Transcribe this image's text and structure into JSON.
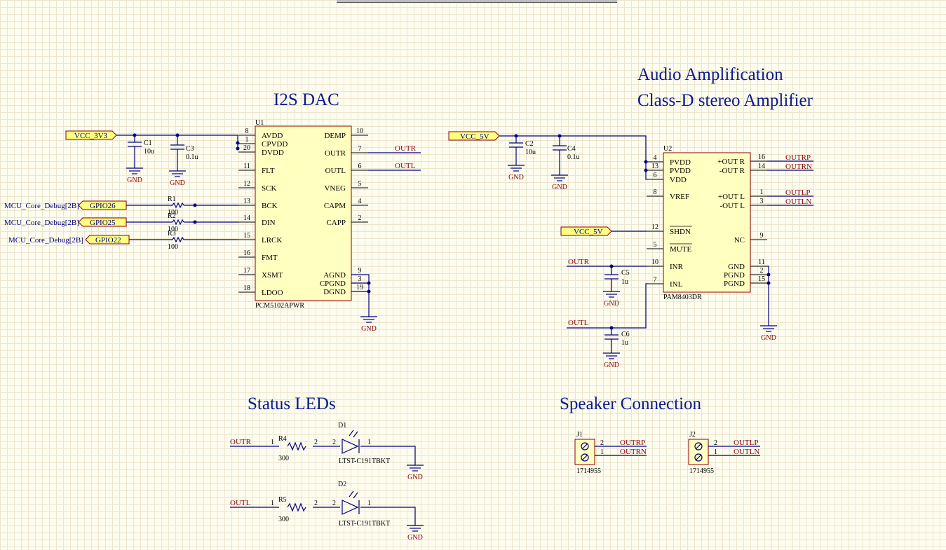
{
  "titles": {
    "dac": "I2S DAC",
    "amp_line1": "Audio Amplification",
    "amp_line2": "Class-D stereo Amplifier",
    "leds": "Status LEDs",
    "speaker": "Speaker Connection"
  },
  "u1": {
    "designator": "U1",
    "part": "PCM5102APWR",
    "left_pins": [
      {
        "num": "8",
        "name": "AVDD"
      },
      {
        "num": "1",
        "name": "CPVDD"
      },
      {
        "num": "20",
        "name": "DVDD"
      },
      {
        "num": "11",
        "name": "FLT"
      },
      {
        "num": "12",
        "name": "SCK"
      },
      {
        "num": "13",
        "name": "BCK"
      },
      {
        "num": "14",
        "name": "DIN"
      },
      {
        "num": "15",
        "name": "LRCK"
      },
      {
        "num": "16",
        "name": "FMT"
      },
      {
        "num": "17",
        "name": "XSMT"
      },
      {
        "num": "18",
        "name": "LDOO"
      }
    ],
    "right_pins": [
      {
        "num": "10",
        "name": "DEMP"
      },
      {
        "num": "7",
        "name": "OUTR"
      },
      {
        "num": "6",
        "name": "OUTL"
      },
      {
        "num": "5",
        "name": "VNEG"
      },
      {
        "num": "4",
        "name": "CAPM"
      },
      {
        "num": "2",
        "name": "CAPP"
      },
      {
        "num": "9",
        "name": "AGND"
      },
      {
        "num": "3",
        "name": "CPGND"
      },
      {
        "num": "19",
        "name": "DGND"
      }
    ]
  },
  "u2": {
    "designator": "U2",
    "part": "PAM8403DR",
    "left_pins": [
      {
        "num": "4",
        "name": "PVDD"
      },
      {
        "num": "13",
        "name": "PVDD"
      },
      {
        "num": "6",
        "name": "VDD"
      },
      {
        "num": "8",
        "name": "VREF"
      },
      {
        "num": "12",
        "name": "SHDN"
      },
      {
        "num": "5",
        "name": "MUTE"
      },
      {
        "num": "10",
        "name": "INR"
      },
      {
        "num": "7",
        "name": "INL"
      }
    ],
    "right_pins": [
      {
        "num": "16",
        "name": "+OUT R"
      },
      {
        "num": "14",
        "name": "-OUT R"
      },
      {
        "num": "1",
        "name": "+OUT L"
      },
      {
        "num": "3",
        "name": "-OUT L"
      },
      {
        "num": "9",
        "name": "NC"
      },
      {
        "num": "11",
        "name": "GND"
      },
      {
        "num": "2",
        "name": "PGND"
      },
      {
        "num": "15",
        "name": "PGND"
      }
    ]
  },
  "caps": {
    "c1": {
      "des": "C1",
      "val": "10u"
    },
    "c2": {
      "des": "C2",
      "val": "10u"
    },
    "c3": {
      "des": "C3",
      "val": "0.1u"
    },
    "c4": {
      "des": "C4",
      "val": "0.1u"
    },
    "c5": {
      "des": "C5",
      "val": "1u"
    },
    "c6": {
      "des": "C6",
      "val": "1u"
    }
  },
  "resistors": {
    "r1": {
      "des": "R1",
      "val": "100"
    },
    "r2": {
      "des": "R2",
      "val": "100"
    },
    "r3": {
      "des": "R3",
      "val": "100"
    },
    "r4": {
      "des": "R4",
      "val": "300"
    },
    "r5": {
      "des": "R5",
      "val": "300"
    }
  },
  "leds": {
    "d1": {
      "des": "D1",
      "part": "LTST-C191TBKT"
    },
    "d2": {
      "des": "D2",
      "part": "LTST-C191TBKT"
    }
  },
  "connectors": {
    "j1": {
      "des": "J1",
      "part": "1714955"
    },
    "j2": {
      "des": "J2",
      "part": "1714955"
    }
  },
  "ports": {
    "vcc_3v3": "VCC_3V3",
    "vcc_5v": "VCC_5V",
    "gpio26": "GPIO26",
    "gpio25": "GPIO25",
    "gpio22": "GPIO22",
    "mcu_sheet": "MCU_Core_Debug[2B]"
  },
  "nets": {
    "outr": "OUTR",
    "outl": "OUTL",
    "outrp": "OUTRP",
    "outrn": "OUTRN",
    "outlp": "OUTLP",
    "outln": "OUTLN",
    "gnd": "GND"
  },
  "pin_nums": {
    "one": "1",
    "two": "2"
  },
  "colors": {
    "wire": "#000080",
    "body": "#ffffc0",
    "border": "#8b0000",
    "title": "#0a1a8c",
    "sheet": "#fdfcef"
  }
}
